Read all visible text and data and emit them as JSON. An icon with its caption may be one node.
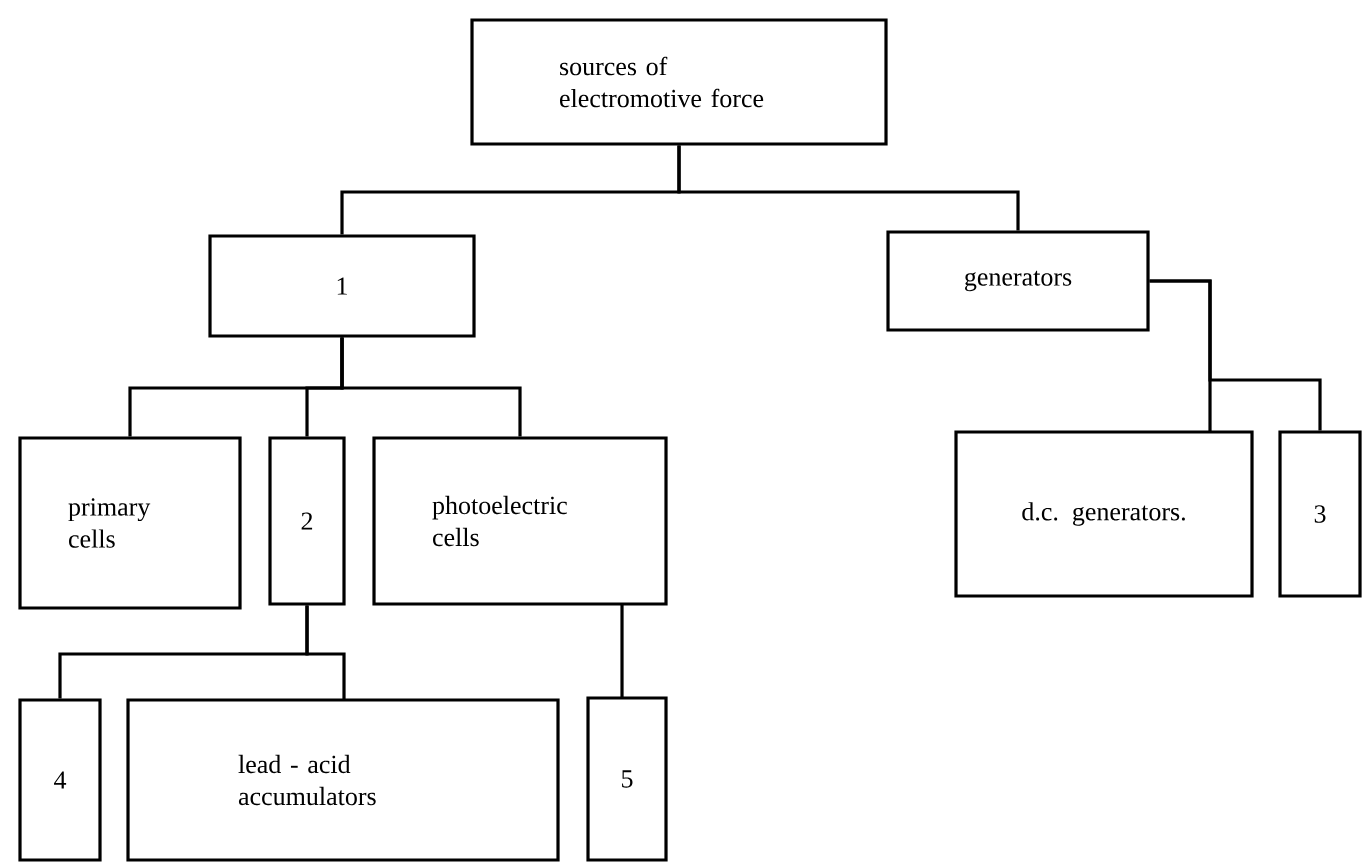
{
  "diagram": {
    "nodes": [
      {
        "text": [
          "sources of electromotive force"
        ]
      },
      {
        "text": [
          "1"
        ]
      },
      {
        "text": [
          "generators"
        ]
      },
      {
        "text": [
          "primary cells"
        ]
      },
      {
        "text": [
          "2"
        ]
      },
      {
        "text": [
          "photoelectric cells"
        ]
      },
      {
        "text": [
          "d.c. generators."
        ]
      },
      {
        "text": [
          "3"
        ]
      },
      {
        "text": [
          "4"
        ]
      },
      {
        "text": [
          "lead - acid accumulators"
        ]
      },
      {
        "text": [
          "5"
        ]
      }
    ],
    "edges": [
      {
        "from": 0,
        "to": 1,
        "arrow": "none"
      },
      {
        "from": 0,
        "to": 2,
        "arrow": "none"
      },
      {
        "from": 1,
        "to": 3,
        "arrow": "none"
      },
      {
        "from": 1,
        "to": 4,
        "arrow": "none"
      },
      {
        "from": 1,
        "to": 5,
        "arrow": "none"
      },
      {
        "from": 2,
        "to": 6,
        "arrow": "none"
      },
      {
        "from": 2,
        "to": 7,
        "arrow": "none"
      },
      {
        "from": 4,
        "to": 8,
        "arrow": "none"
      },
      {
        "from": 4,
        "to": 9,
        "arrow": "none"
      },
      {
        "from": 5,
        "to": 10,
        "arrow": "none"
      }
    ]
  }
}
